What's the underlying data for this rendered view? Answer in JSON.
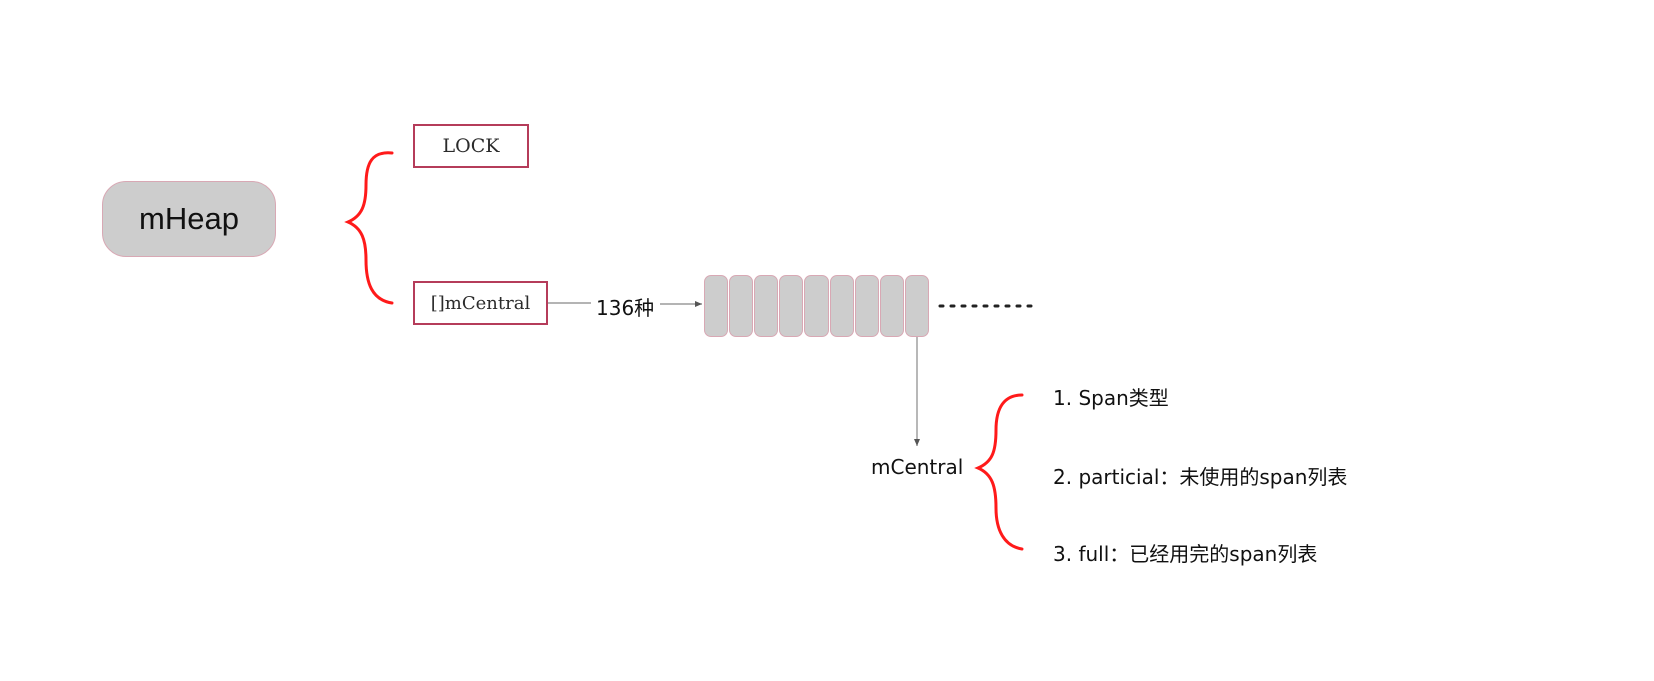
{
  "diagram": {
    "root": {
      "label": "mHeap"
    },
    "fields": {
      "lock": {
        "label": "LOCK"
      },
      "central_array": {
        "label": "[]mCentral"
      }
    },
    "array": {
      "count_label": "136种",
      "cell_count": 9,
      "continuation": "·········"
    },
    "mcentral": {
      "label": "mCentral",
      "items": [
        {
          "label": "1.  Span类型"
        },
        {
          "label": "2. particial：未使用的span列表"
        },
        {
          "label": "3. full：已经用完的span列表"
        }
      ]
    },
    "colors": {
      "brace": "#ff1a1a",
      "box_border": "#b53c5a",
      "node_fill": "#cdcdcd",
      "connector": "#888888"
    }
  }
}
